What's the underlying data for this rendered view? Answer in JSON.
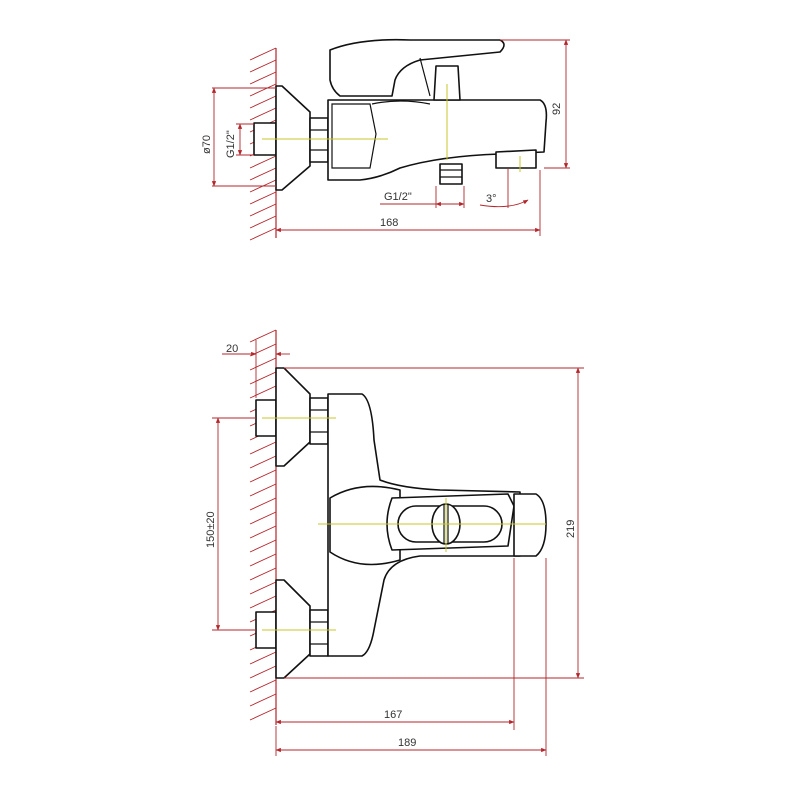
{
  "top_view": {
    "dimensions": {
      "overall_length": "168",
      "height": "92",
      "flange_diameter": "ø70",
      "inlet_thread": "G1/2\"",
      "outlet_thread": "G1/2\"",
      "spout_angle": "3°"
    }
  },
  "front_view": {
    "dimensions": {
      "wall_offset": "20",
      "inlet_spacing": "150±20",
      "overall_height": "219",
      "spout_reach": "167",
      "overall_depth": "189"
    }
  },
  "colors": {
    "dimension_lines": "#b3262c",
    "center_lines": "#c9c42a",
    "outline": "#111111"
  }
}
